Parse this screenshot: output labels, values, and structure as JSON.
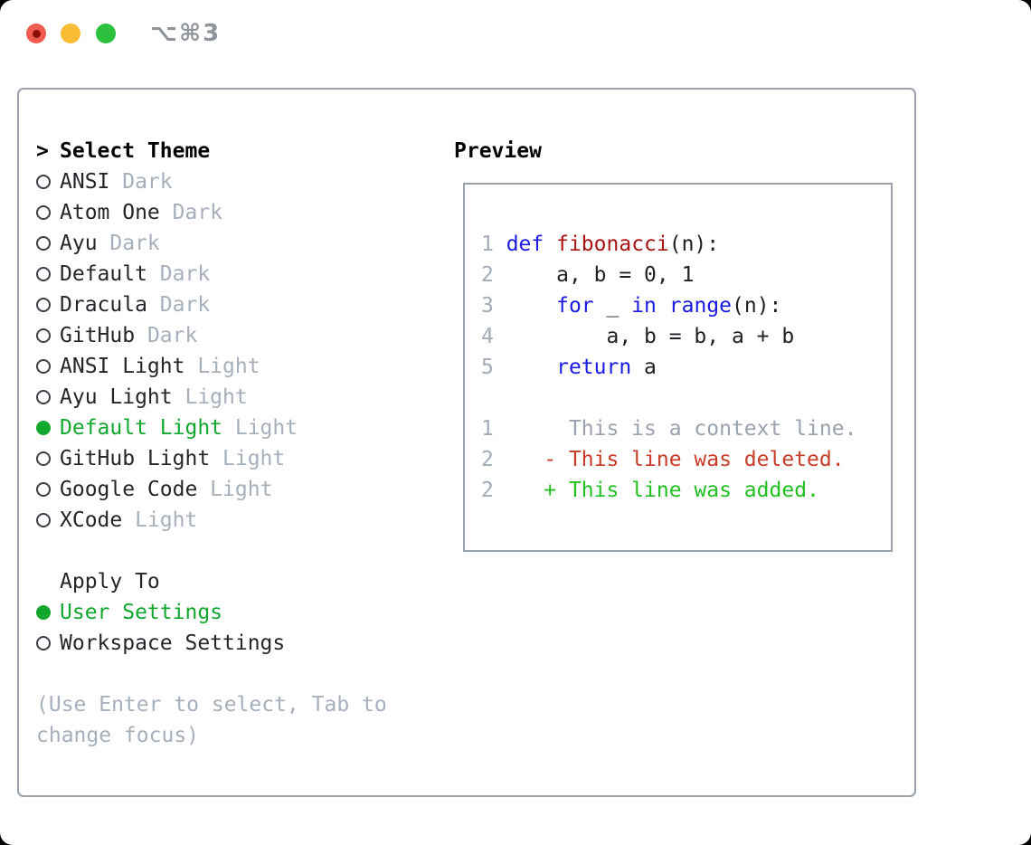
{
  "window": {
    "title": "⌥⌘3"
  },
  "titlebar": {
    "close_color": "#f15b51",
    "close_dot_color": "#8e0f05",
    "minimize_color": "#f8bd35",
    "zoom_color": "#2cc13e",
    "title_color": "#8f949b"
  },
  "selector": {
    "header_marker": ">",
    "title": "Select Theme",
    "items": [
      {
        "name": "ANSI",
        "variant": "Dark",
        "selected": false
      },
      {
        "name": "Atom One",
        "variant": "Dark",
        "selected": false
      },
      {
        "name": "Ayu",
        "variant": "Dark",
        "selected": false
      },
      {
        "name": "Default",
        "variant": "Dark",
        "selected": false
      },
      {
        "name": "Dracula",
        "variant": "Dark",
        "selected": false
      },
      {
        "name": "GitHub",
        "variant": "Dark",
        "selected": false
      },
      {
        "name": "ANSI Light",
        "variant": "Light",
        "selected": false
      },
      {
        "name": "Ayu Light",
        "variant": "Light",
        "selected": false
      },
      {
        "name": "Default Light",
        "variant": "Light",
        "selected": true
      },
      {
        "name": "GitHub Light",
        "variant": "Light",
        "selected": false
      },
      {
        "name": "Google Code",
        "variant": "Light",
        "selected": false
      },
      {
        "name": "XCode",
        "variant": "Light",
        "selected": false
      }
    ],
    "apply_to": {
      "title": "Apply To",
      "options": [
        {
          "label": "User Settings",
          "selected": true
        },
        {
          "label": "Workspace Settings",
          "selected": false
        }
      ]
    },
    "hint": "(Use Enter to select, Tab to change focus)"
  },
  "preview": {
    "header": "Preview",
    "lines": [
      {
        "kind": "code-line",
        "segments": [
          {
            "t": "1 ",
            "c": "num"
          },
          {
            "t": "def",
            "c": "keyword"
          },
          {
            "t": " ",
            "c": "text"
          },
          {
            "t": "fibonacci",
            "c": "function"
          },
          {
            "t": "(n):",
            "c": "text"
          }
        ]
      },
      {
        "kind": "code-line",
        "segments": [
          {
            "t": "2 ",
            "c": "num"
          },
          {
            "t": "    a, b = 0, 1",
            "c": "text"
          }
        ]
      },
      {
        "kind": "code-line",
        "segments": [
          {
            "t": "3 ",
            "c": "num"
          },
          {
            "t": "    ",
            "c": "text"
          },
          {
            "t": "for",
            "c": "keyword"
          },
          {
            "t": " _ ",
            "c": "text"
          },
          {
            "t": "in",
            "c": "keyword"
          },
          {
            "t": " ",
            "c": "text"
          },
          {
            "t": "range",
            "c": "keyword"
          },
          {
            "t": "(n):",
            "c": "text"
          }
        ]
      },
      {
        "kind": "code-line",
        "segments": [
          {
            "t": "4 ",
            "c": "num"
          },
          {
            "t": "        a, b = b, a + b",
            "c": "text"
          }
        ]
      },
      {
        "kind": "code-line",
        "segments": [
          {
            "t": "5 ",
            "c": "num"
          },
          {
            "t": "    ",
            "c": "text"
          },
          {
            "t": "return",
            "c": "keyword"
          },
          {
            "t": " a",
            "c": "text"
          }
        ]
      },
      {
        "kind": "blank-line",
        "segments": []
      },
      {
        "kind": "context-line",
        "segments": [
          {
            "t": "1",
            "c": "num"
          },
          {
            "t": "      This is a context line.",
            "c": "context"
          }
        ]
      },
      {
        "kind": "deleted-line",
        "segments": [
          {
            "t": "2",
            "c": "num"
          },
          {
            "t": "    - This line was deleted.",
            "c": "deleted"
          }
        ]
      },
      {
        "kind": "added-line",
        "segments": [
          {
            "t": "2",
            "c": "num"
          },
          {
            "t": "    + This line was added.",
            "c": "added"
          }
        ]
      }
    ]
  },
  "colors": {
    "keyword": "#1a1ae0",
    "function": "#a81414",
    "text": "#1d2025",
    "num": "#a2abb6",
    "context": "#9aa3ad",
    "deleted": "#c83c28",
    "added": "#22c122",
    "selected_green": "#12a72f",
    "muted": "#a6afba",
    "item_text": "#23262a",
    "ring": "#3b4046",
    "border": "#9aa3ad",
    "heading": "#000000"
  }
}
